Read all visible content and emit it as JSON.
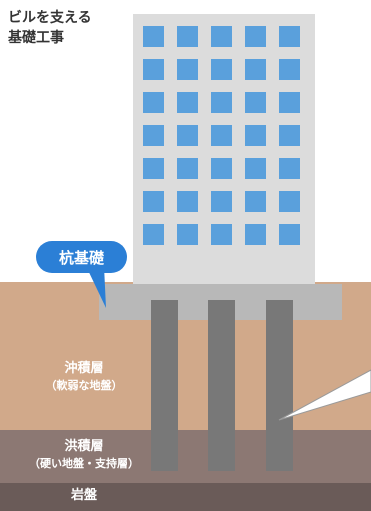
{
  "title": {
    "line1": "ビルを支える",
    "line2": "基礎工事"
  },
  "badge": {
    "label": "杭基礎"
  },
  "layers": {
    "alluvial": {
      "name": "沖積層",
      "note": "（軟弱な地盤）"
    },
    "diluvial": {
      "name": "洪積層",
      "note": "（硬い地盤・支持層）"
    },
    "bedrock": {
      "name": "岩盤"
    }
  },
  "colors": {
    "building": "#dcdcdc",
    "window": "#5aa0dc",
    "badge": "#2b7fd6",
    "alluvial": "#d1a98a",
    "diluvial": "#8c7873",
    "bedrock": "#6a5b58",
    "pile": "#787878",
    "foundation": "#b8b8b8"
  }
}
